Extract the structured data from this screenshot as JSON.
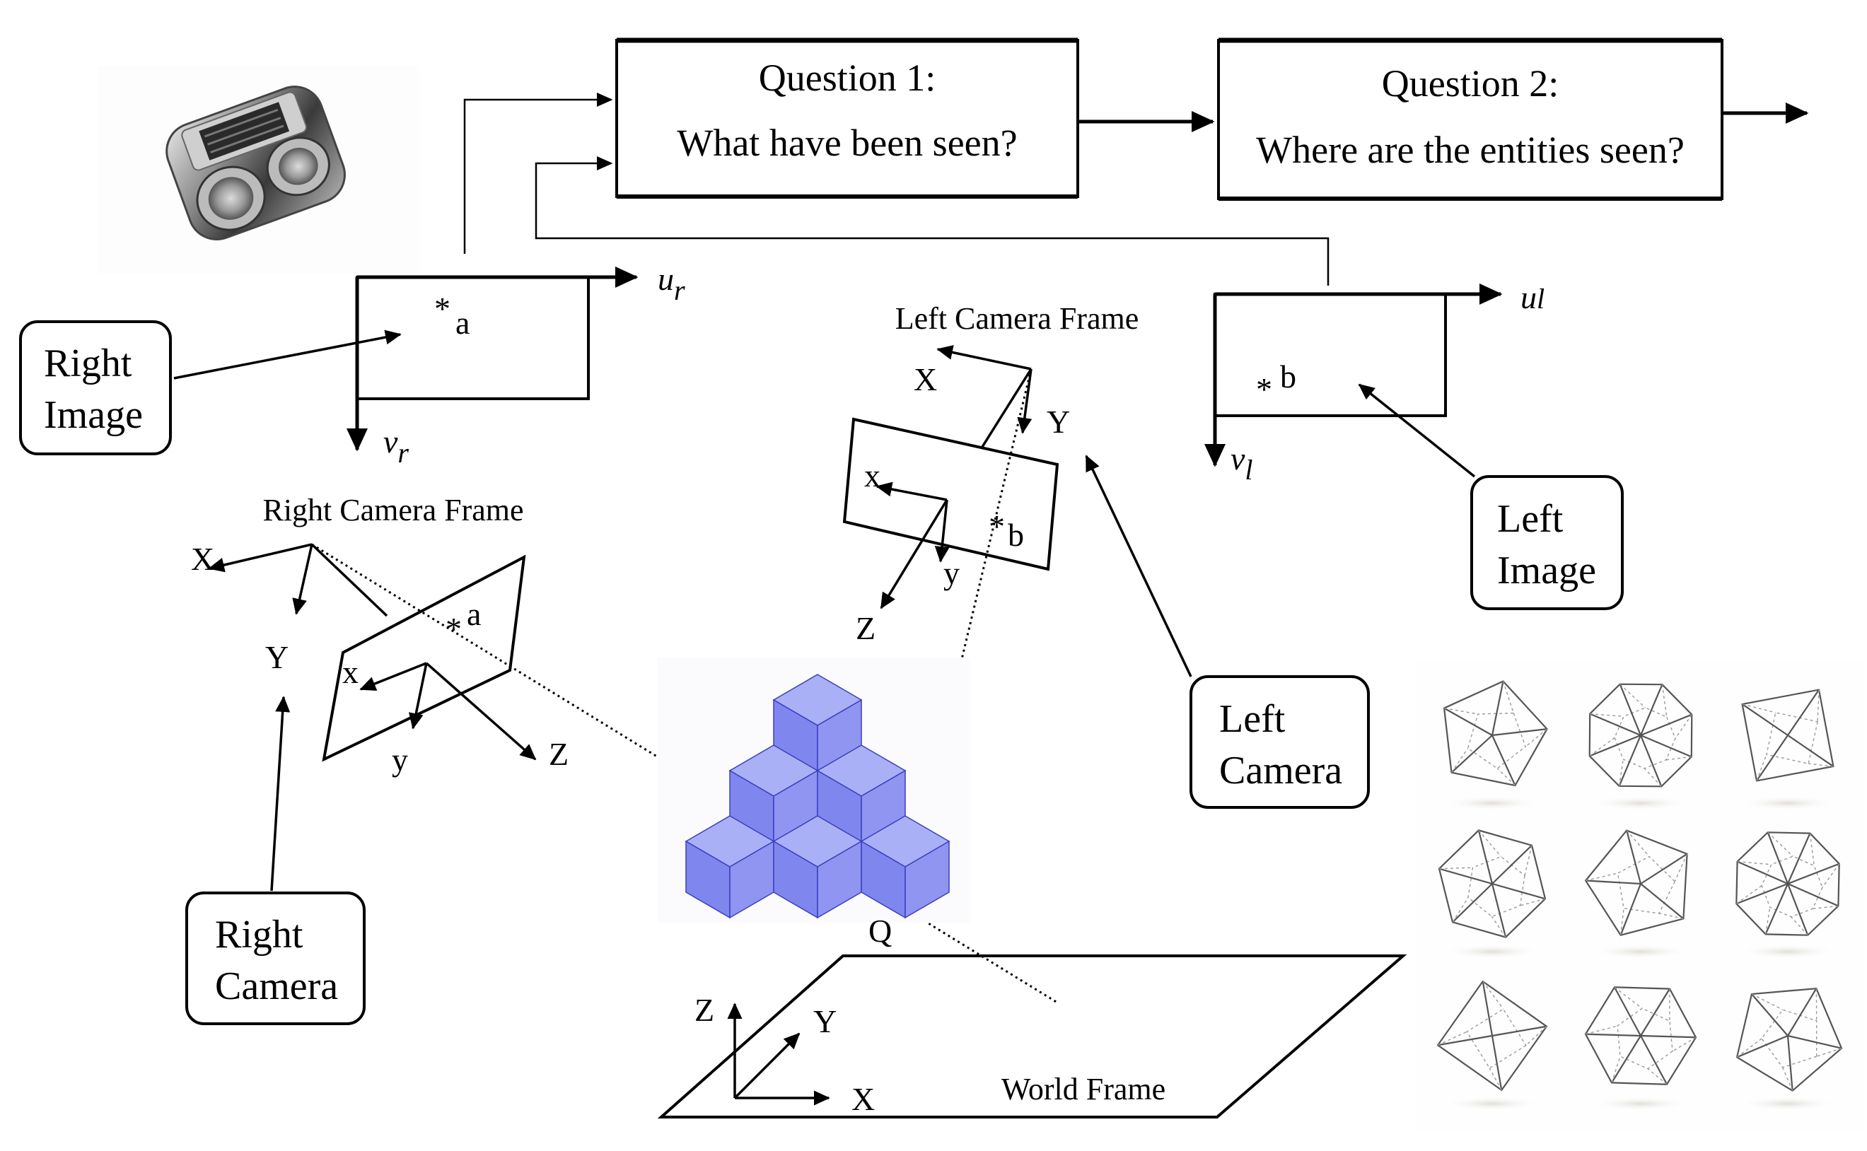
{
  "diagram": {
    "questions": [
      {
        "title": "Question 1:",
        "text": "What have been seen?"
      },
      {
        "title": "Question 2:",
        "text": "Where are the entities seen?"
      }
    ],
    "callouts": {
      "right_image": [
        "Right",
        "Image"
      ],
      "left_image": [
        "Left",
        "Image"
      ],
      "right_camera": [
        "Right",
        "Camera"
      ],
      "left_camera": [
        "Left",
        "Camera"
      ]
    },
    "image_planes": {
      "right": {
        "u": "u",
        "u_sub": "r",
        "v": "v",
        "v_sub": "r",
        "point": "a",
        "marker": "*"
      },
      "left": {
        "u": "u",
        "u_sub": "l",
        "v": "v",
        "v_sub": "l",
        "point": "b",
        "marker": "*"
      }
    },
    "frames": {
      "right_camera": {
        "title": "Right Camera Frame",
        "X": "X",
        "Y": "Y",
        "Z": "Z",
        "x": "x",
        "y": "y",
        "point": "a",
        "marker": "*"
      },
      "left_camera": {
        "title": "Left Camera Frame",
        "X": "X",
        "Y": "Y",
        "Z": "Z",
        "x": "x",
        "y": "y",
        "point": "b",
        "marker": "*"
      },
      "world": {
        "title": "World Frame",
        "X": "X",
        "Y": "Y",
        "Z": "Z"
      }
    },
    "scene_point": "Q",
    "images": {
      "stereo_camera_photo": "stereo-camera-icon",
      "block_pyramid": "isometric-cube-stack",
      "polyhedra_grid": "wireframe-polyhedra"
    },
    "colors": {
      "cube_top": "#aab0f5",
      "cube_left": "#7f86ee",
      "cube_right": "#8f95f0",
      "cube_edge": "#3a3fc0"
    }
  }
}
